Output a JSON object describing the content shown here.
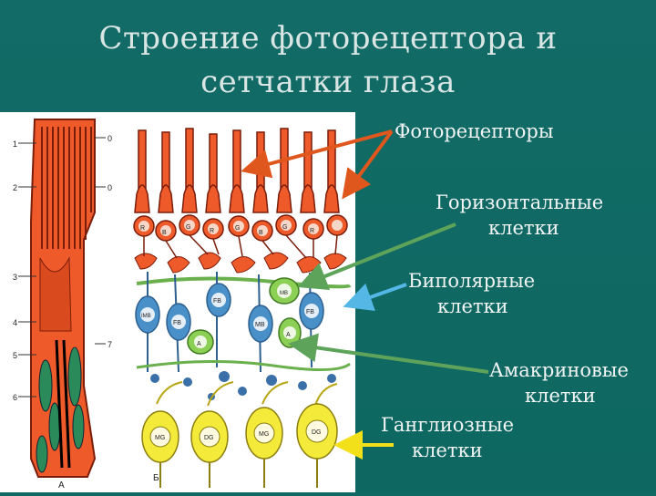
{
  "title": {
    "line1": "Строение фоторецептора и",
    "line2": "сетчатки глаза"
  },
  "labels": {
    "photoreceptors": "Фоторецепторы",
    "horizontal_1": "Горизонтальные",
    "horizontal_2": "клетки",
    "bipolar_1": "Биполярные",
    "bipolar_2": "клетки",
    "amacrine_1": "Амакриновые",
    "amacrine_2": "клетки",
    "ganglion_1": "Ганглиозные",
    "ganglion_2": "клетки"
  },
  "figure": {
    "left_numbers": [
      "1",
      "2",
      "3",
      "4",
      "5",
      "6"
    ],
    "right_numbers": [
      "0",
      "0",
      "7"
    ],
    "panel_a": "А",
    "panel_b": "Б",
    "cell_tags": [
      "R",
      "B",
      "G",
      "R",
      "G",
      "B",
      "G",
      "R",
      "FB",
      "IMB",
      "FB",
      "MB",
      "FB",
      "MB",
      "A",
      "A",
      "MG",
      "DG",
      "MG",
      "DG"
    ]
  },
  "colors": {
    "background": "#0f6a64",
    "text": "#f0f4f3",
    "arrow_photoreceptors": "#e0571e",
    "arrow_horizontal": "#5ea35a",
    "arrow_bipolar": "#55b7e6",
    "arrow_amacrine": "#5ea35a",
    "arrow_ganglion": "#f2e11a",
    "photoreceptor_fill": "#ef5a2a",
    "bipolar_fill": "#4a90c8",
    "amacrine_fill": "#8ccf55",
    "ganglion_fill": "#f3ea3a"
  }
}
